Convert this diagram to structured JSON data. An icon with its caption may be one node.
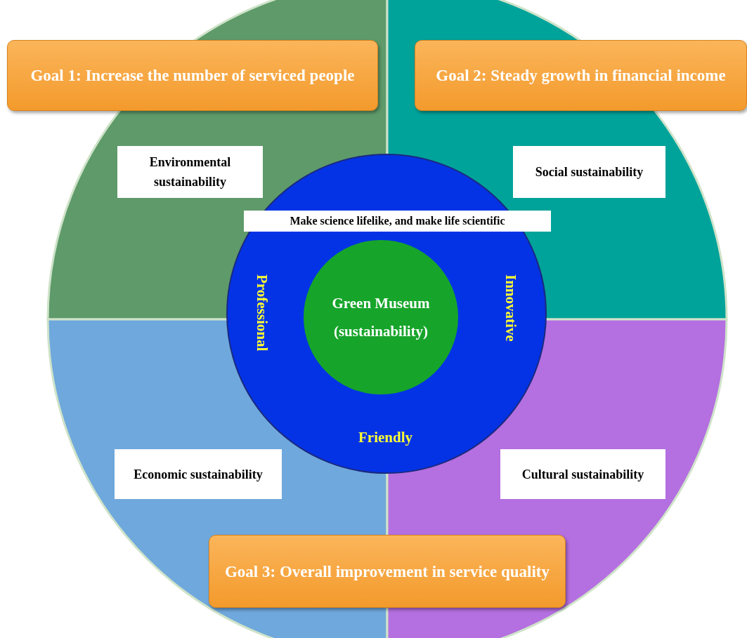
{
  "diagram": {
    "nodes": [
      {
        "text": [
          "Goal 1: Increase the number of serviced people"
        ]
      },
      {
        "text": [
          "Goal 2: Steady growth in financial income"
        ]
      },
      {
        "text": [
          "Environmental sustainability"
        ]
      },
      {
        "text": [
          "Social sustainability"
        ]
      },
      {
        "text": [
          "Professional",
          "Innovative",
          "Friendly"
        ]
      },
      {
        "text": [
          "Make science lifelike, and make life scientific"
        ],
        "in": 4
      },
      {
        "text": [
          "Green Museum (sustainability)"
        ],
        "in": 4
      },
      {
        "text": [
          "Economic sustainability"
        ]
      },
      {
        "text": [
          "Cultural sustainability"
        ]
      },
      {
        "text": [
          "Goal 3: Overall improvement in service quality"
        ]
      }
    ]
  }
}
